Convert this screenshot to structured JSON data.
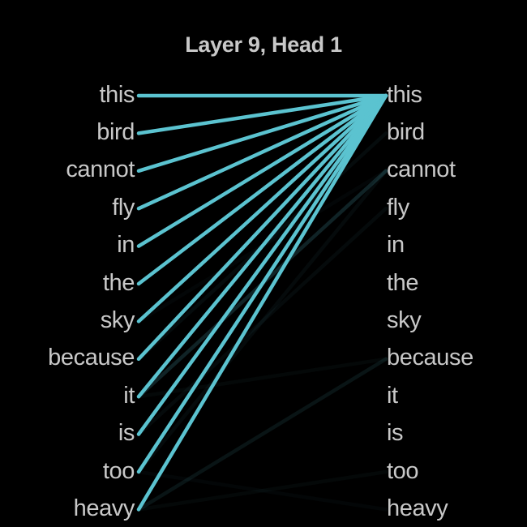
{
  "title": "Layer 9, Head 1",
  "colors": {
    "background": "#000000",
    "text": "#c8c8c8",
    "attention": "#5bc3d0"
  },
  "left_tokens": [
    "this",
    "bird",
    "cannot",
    "fly",
    "in",
    "the",
    "sky",
    "because",
    "it",
    "is",
    "too",
    "heavy"
  ],
  "right_tokens": [
    "this",
    "bird",
    "cannot",
    "fly",
    "in",
    "the",
    "sky",
    "because",
    "it",
    "is",
    "too",
    "heavy"
  ],
  "attention": [
    {
      "from": 0,
      "to": 0,
      "weight": 1.0
    },
    {
      "from": 1,
      "to": 0,
      "weight": 1.0
    },
    {
      "from": 2,
      "to": 0,
      "weight": 1.0
    },
    {
      "from": 3,
      "to": 0,
      "weight": 1.0
    },
    {
      "from": 4,
      "to": 0,
      "weight": 1.0
    },
    {
      "from": 5,
      "to": 0,
      "weight": 1.0
    },
    {
      "from": 6,
      "to": 0,
      "weight": 1.0
    },
    {
      "from": 7,
      "to": 0,
      "weight": 1.0
    },
    {
      "from": 8,
      "to": 0,
      "weight": 1.0
    },
    {
      "from": 9,
      "to": 0,
      "weight": 1.0
    },
    {
      "from": 10,
      "to": 0,
      "weight": 1.0
    },
    {
      "from": 11,
      "to": 0,
      "weight": 1.0
    },
    {
      "from": 8,
      "to": 2,
      "weight": 0.18
    },
    {
      "from": 11,
      "to": 7,
      "weight": 0.1
    },
    {
      "from": 7,
      "to": 1,
      "weight": 0.06
    },
    {
      "from": 9,
      "to": 3,
      "weight": 0.05
    },
    {
      "from": 10,
      "to": 2,
      "weight": 0.05
    },
    {
      "from": 8,
      "to": 7,
      "weight": 0.04
    },
    {
      "from": 11,
      "to": 10,
      "weight": 0.04
    },
    {
      "from": 6,
      "to": 2,
      "weight": 0.03
    },
    {
      "from": 10,
      "to": 11,
      "weight": 0.03
    }
  ]
}
